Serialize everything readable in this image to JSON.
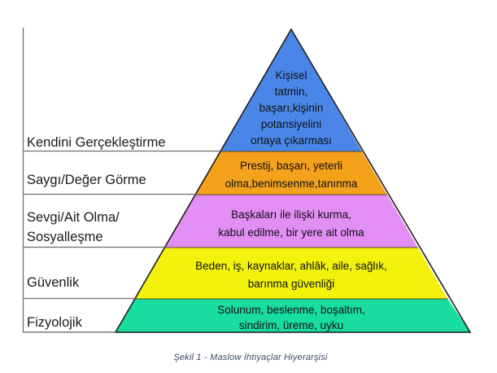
{
  "figure": {
    "caption": "Şekil 1 - Maslow İhtiyaçlar Hiyerarşisi",
    "background_color": "#ffffff"
  },
  "chart_data": {
    "type": "pyramid",
    "title": "Şekil 1 - Maslow İhtiyaçlar Hiyerarşisi",
    "orientation": "apex-up",
    "levels": [
      {
        "rank": 5,
        "label": "Kendini Gerçekleştirme",
        "description": "Kişisel tatmin, başarı,kişinin potansiyelini ortaya çıkarması",
        "description_lines": [
          "Kişisel",
          "tatmin,",
          "başarı,kişinin",
          "potansiyelini",
          "ortaya çıkarması"
        ],
        "color": "#4a86e8"
      },
      {
        "rank": 4,
        "label": "Saygı/Değer Görme",
        "description": "Prestij, başarı, yeterli olma,benimsenme,tanınma",
        "description_lines": [
          "Prestij, başarı, yeterli",
          "olma,benimsenme,tanınma"
        ],
        "color": "#f4a11c"
      },
      {
        "rank": 3,
        "label": "Sevgi/Ait Olma/ Sosyalleşme",
        "label_lines": [
          "Sevgi/Ait Olma/",
          "Sosyalleşme"
        ],
        "description": "Başkaları ile ilişki kurma, kabul edilme, bir yere ait olma",
        "description_lines": [
          "Başkaları ile ilişki kurma,",
          "kabul edilme, bir yere ait olma"
        ],
        "color": "#e28ef5"
      },
      {
        "rank": 2,
        "label": "Güvenlik",
        "description": "Beden, iş, kaynaklar, ahlâk, aile, sağlık, barınma güvenliği",
        "description_lines": [
          "Beden, iş, kaynaklar, ahlâk, aile, sağlık,",
          "barınma güvenliği"
        ],
        "color": "#f2f20d"
      },
      {
        "rank": 1,
        "label": "Fizyolojik",
        "description": "Solunum, beslenme, boşaltım, sindirim, üreme, uyku",
        "description_lines": [
          "Solunum, beslenme, boşaltım,",
          "sindirim, üreme, uyku"
        ],
        "color": "#18dca0"
      }
    ],
    "legend": null,
    "grid": false
  },
  "labels": {
    "l5": "Kendini Gerçekleştirme",
    "l4": "Saygı/Değer Görme",
    "l3a": "Sevgi/Ait Olma/",
    "l3b": "Sosyalleşme",
    "l2": "Güvenlik",
    "l1": "Fizyolojik"
  },
  "descriptions": {
    "d5_1": "Kişisel",
    "d5_2": "tatmin,",
    "d5_3": "başarı,kişinin",
    "d5_4": "potansiyelini",
    "d5_5": "ortaya çıkarması",
    "d4_1": "Prestij, başarı, yeterli",
    "d4_2": "olma,benimsenme,tanınma",
    "d3_1": "Başkaları ile ilişki kurma,",
    "d3_2": "kabul edilme, bir yere ait olma",
    "d2_1": "Beden, iş, kaynaklar, ahlâk, aile, sağlık,",
    "d2_2": "barınma güvenliği",
    "d1_1": "Solunum, beslenme, boşaltım,",
    "d1_2": "sindirim, üreme, uyku"
  },
  "colors": {
    "level5": "#4a86e8",
    "level4": "#f4a11c",
    "level3": "#e28ef5",
    "level2": "#f2f20d",
    "level1": "#18dca0",
    "outline": "#1d1d1d",
    "rule": "#6e6e6e",
    "caption": "#3d4b63"
  }
}
